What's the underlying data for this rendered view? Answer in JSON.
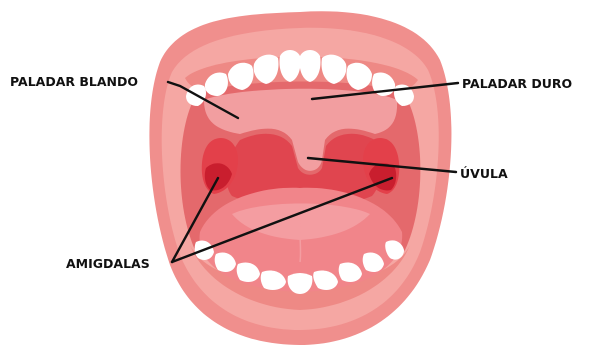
{
  "labels": {
    "soft_palate": "PALADAR BLANDO",
    "hard_palate": "PALADAR DURO",
    "uvula": "ÚVULA",
    "tonsils": "AMIGDALAS"
  },
  "colors": {
    "lips_outer": "#f08f8d",
    "lips_inner": "#f5a7a3",
    "gum": "#ee8985",
    "mouth_cavity": "#e4696c",
    "palate": "#f29ea0",
    "throat": "#e0454f",
    "tonsil": "#e3404a",
    "tonsil_highlight": "#c91e2e",
    "tongue": "#f1858a",
    "tongue_highlight": "#f49da1",
    "teeth": "#ffffff",
    "leader_line": "#111111"
  }
}
